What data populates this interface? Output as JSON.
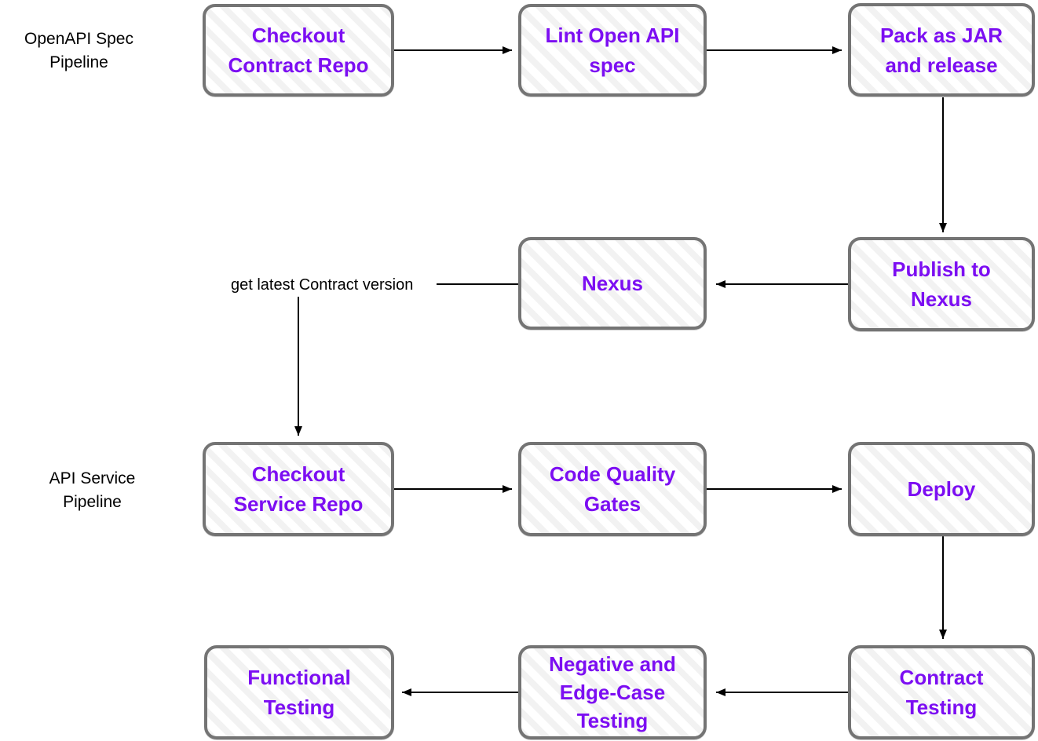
{
  "diagram": {
    "kind": "ci-cd-flowchart",
    "background": "#ffffff",
    "colors": {
      "node_text": "#7c0ef2",
      "node_border": "#747474",
      "node_fill_stripe": "#f2f2f2",
      "arrow": "#000000",
      "label_text": "#000000"
    },
    "lanes": {
      "openapi": {
        "label": "OpenAPI Spec\nPipeline"
      },
      "service": {
        "label": "API Service\nPipeline"
      }
    },
    "nodes": {
      "checkout_contract": {
        "label": "Checkout\nContract Repo"
      },
      "lint_spec": {
        "label": "Lint Open API\nspec"
      },
      "pack_jar": {
        "label": "Pack as JAR\nand release"
      },
      "publish_nexus": {
        "label": "Publish to\nNexus"
      },
      "nexus": {
        "label": "Nexus"
      },
      "checkout_service": {
        "label": "Checkout\nService Repo"
      },
      "code_quality": {
        "label": "Code Quality\nGates"
      },
      "deploy": {
        "label": "Deploy"
      },
      "contract_testing": {
        "label": "Contract\nTesting"
      },
      "negative_testing": {
        "label": "Negative and\nEdge-Case\nTesting"
      },
      "functional_testing": {
        "label": "Functional\nTesting"
      }
    },
    "edges": [
      {
        "from": "checkout_contract",
        "to": "lint_spec",
        "label": ""
      },
      {
        "from": "lint_spec",
        "to": "pack_jar",
        "label": ""
      },
      {
        "from": "pack_jar",
        "to": "publish_nexus",
        "label": ""
      },
      {
        "from": "publish_nexus",
        "to": "nexus",
        "label": ""
      },
      {
        "from": "nexus",
        "to": "checkout_service",
        "label": "get latest Contract version"
      },
      {
        "from": "checkout_service",
        "to": "code_quality",
        "label": ""
      },
      {
        "from": "code_quality",
        "to": "deploy",
        "label": ""
      },
      {
        "from": "deploy",
        "to": "contract_testing",
        "label": ""
      },
      {
        "from": "contract_testing",
        "to": "negative_testing",
        "label": ""
      },
      {
        "from": "negative_testing",
        "to": "functional_testing",
        "label": ""
      }
    ]
  }
}
